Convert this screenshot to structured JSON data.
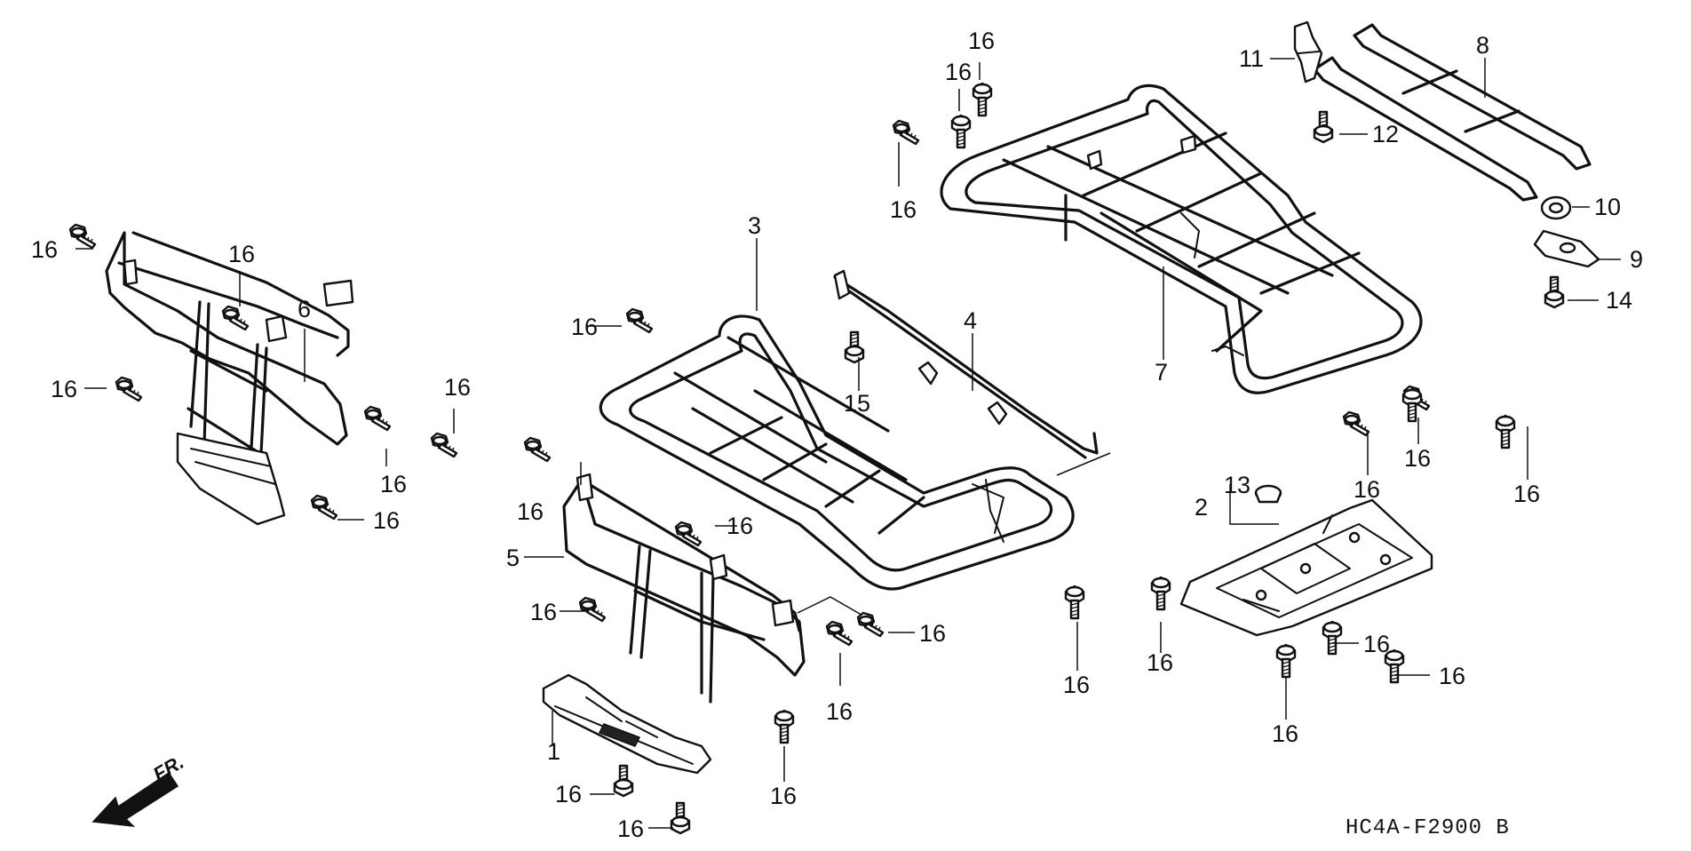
{
  "diagram": {
    "drawing_code": "HC4A-F2900 B",
    "front_indicator": "FR.",
    "callouts": {
      "c1": "1",
      "c2": "2",
      "c3": "3",
      "c4": "4",
      "c5": "5",
      "c6": "6",
      "c7": "7",
      "c8": "8",
      "c9": "9",
      "c10": "10",
      "c11": "11",
      "c12": "12",
      "c13": "13",
      "c14": "14",
      "c15": "15",
      "c16": "16"
    }
  }
}
